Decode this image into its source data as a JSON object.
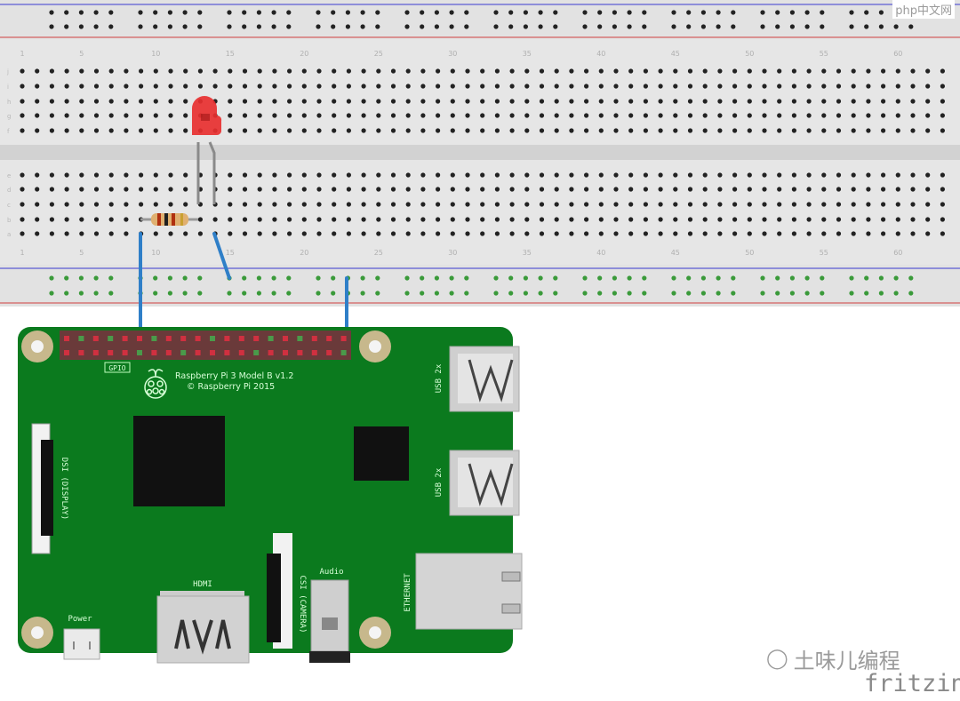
{
  "breadboard": {
    "row_letters_top": [
      "j",
      "i",
      "h",
      "g",
      "f"
    ],
    "row_letters_bottom": [
      "e",
      "d",
      "c",
      "b",
      "a"
    ],
    "column_labels": [
      "1",
      "5",
      "10",
      "15",
      "20",
      "25",
      "30",
      "35",
      "40",
      "45",
      "50",
      "55",
      "60"
    ],
    "colors": {
      "body": "#e2e2e2",
      "rail_blue": "#3a3ad0",
      "rail_red": "#d04040",
      "hole": "#222222",
      "active_hole": "#4caf50"
    }
  },
  "components": {
    "led_color": "#e83030",
    "wire_color": "#2f7fc8"
  },
  "pi": {
    "title": "Raspberry Pi 3 Model B v1.2",
    "copyright": "© Raspberry Pi 2015",
    "gpio_label": "GPIO",
    "dsi_label": "DSI (DISPLAY)",
    "csi_label": "CSI (CAMERA)",
    "audio_label": "Audio",
    "hdmi_label": "HDMI",
    "power_label": "Power",
    "ethernet_label": "ETHERNET",
    "usb_label_1": "USB 2x",
    "usb_label_2": "USB 2x",
    "board_color": "#0b7a1e"
  },
  "watermarks": {
    "top_right": "php中文网",
    "channel": "土味儿编程",
    "app": "fritzing"
  }
}
